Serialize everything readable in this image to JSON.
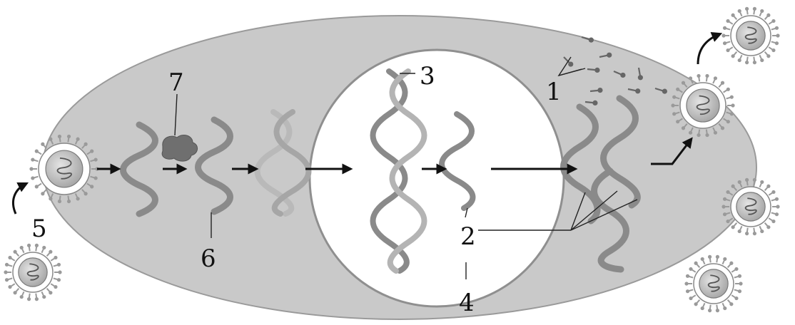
{
  "labels": {
    "l1": "1",
    "l2": "2",
    "l3": "3",
    "l4": "4",
    "l5": "5",
    "l6": "6",
    "l7": "7"
  },
  "colors": {
    "cell": "#c9c9c9",
    "cell_outline": "#8f8f8f",
    "nucleus": "#ffffff",
    "strand_dark": "#8a8a8a",
    "strand_light": "#b9b9b9",
    "enzyme": "#6f6f6f",
    "virus_core": "#bdbdbd",
    "virus_spike": "#9a9a9a",
    "arrow": "#111111"
  }
}
